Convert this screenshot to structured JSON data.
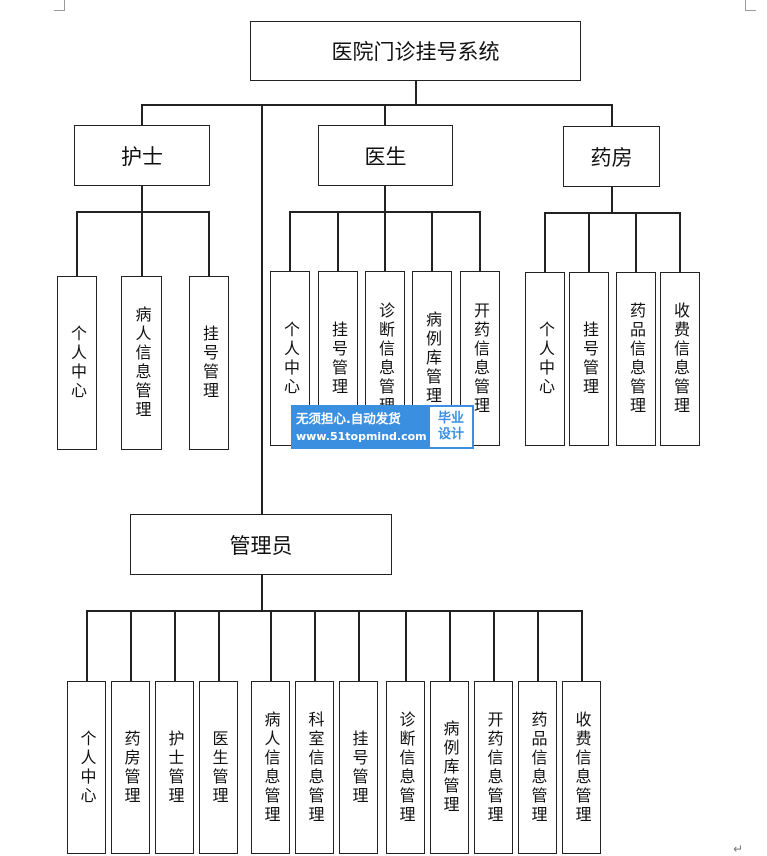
{
  "title": "医院门诊挂号系统",
  "roles": [
    {
      "name": "护士",
      "modules": [
        "个人中心",
        "病人信息管理",
        "挂号管理"
      ]
    },
    {
      "name": "医生",
      "modules": [
        "个人中心",
        "挂号管理",
        "诊断信息管理",
        "病例库管理",
        "开药信息管理"
      ]
    },
    {
      "name": "药房",
      "modules": [
        "个人中心",
        "挂号管理",
        "药品信息管理",
        "收费信息管理"
      ]
    }
  ],
  "admin": {
    "name": "管理员",
    "modules": [
      "个人中心",
      "药房管理",
      "护士管理",
      "医生管理",
      "病人信息管理",
      "科室信息管理",
      "挂号管理",
      "诊断信息管理",
      "病例库管理",
      "开药信息管理",
      "药品信息管理",
      "收费信息管理"
    ]
  },
  "watermark": {
    "line1": "无须担心.自动发货",
    "line2": "www.51topmind.com",
    "badge_line1": "毕业",
    "badge_line2": "设计"
  },
  "return_mark": "↵"
}
